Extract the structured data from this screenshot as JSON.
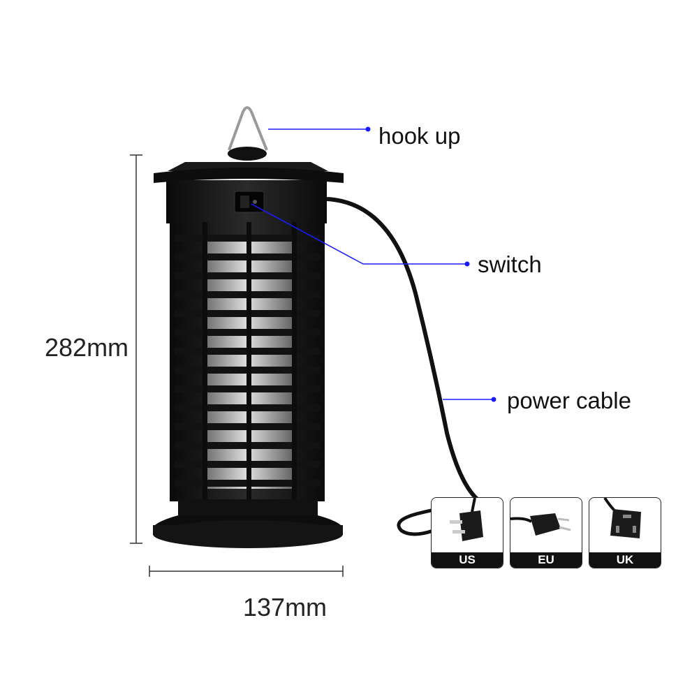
{
  "callouts": {
    "hook": "hook up",
    "switch": "switch",
    "cable": "power cable"
  },
  "dimensions": {
    "height": "282mm",
    "width": "137mm"
  },
  "plugs": [
    {
      "label": "US",
      "icon": "us-plug-icon"
    },
    {
      "label": "EU",
      "icon": "eu-plug-icon"
    },
    {
      "label": "UK",
      "icon": "uk-plug-icon"
    }
  ],
  "colors": {
    "leader_line": "#1a1aff",
    "product_body": "#151515",
    "label_bar": "#111111"
  }
}
